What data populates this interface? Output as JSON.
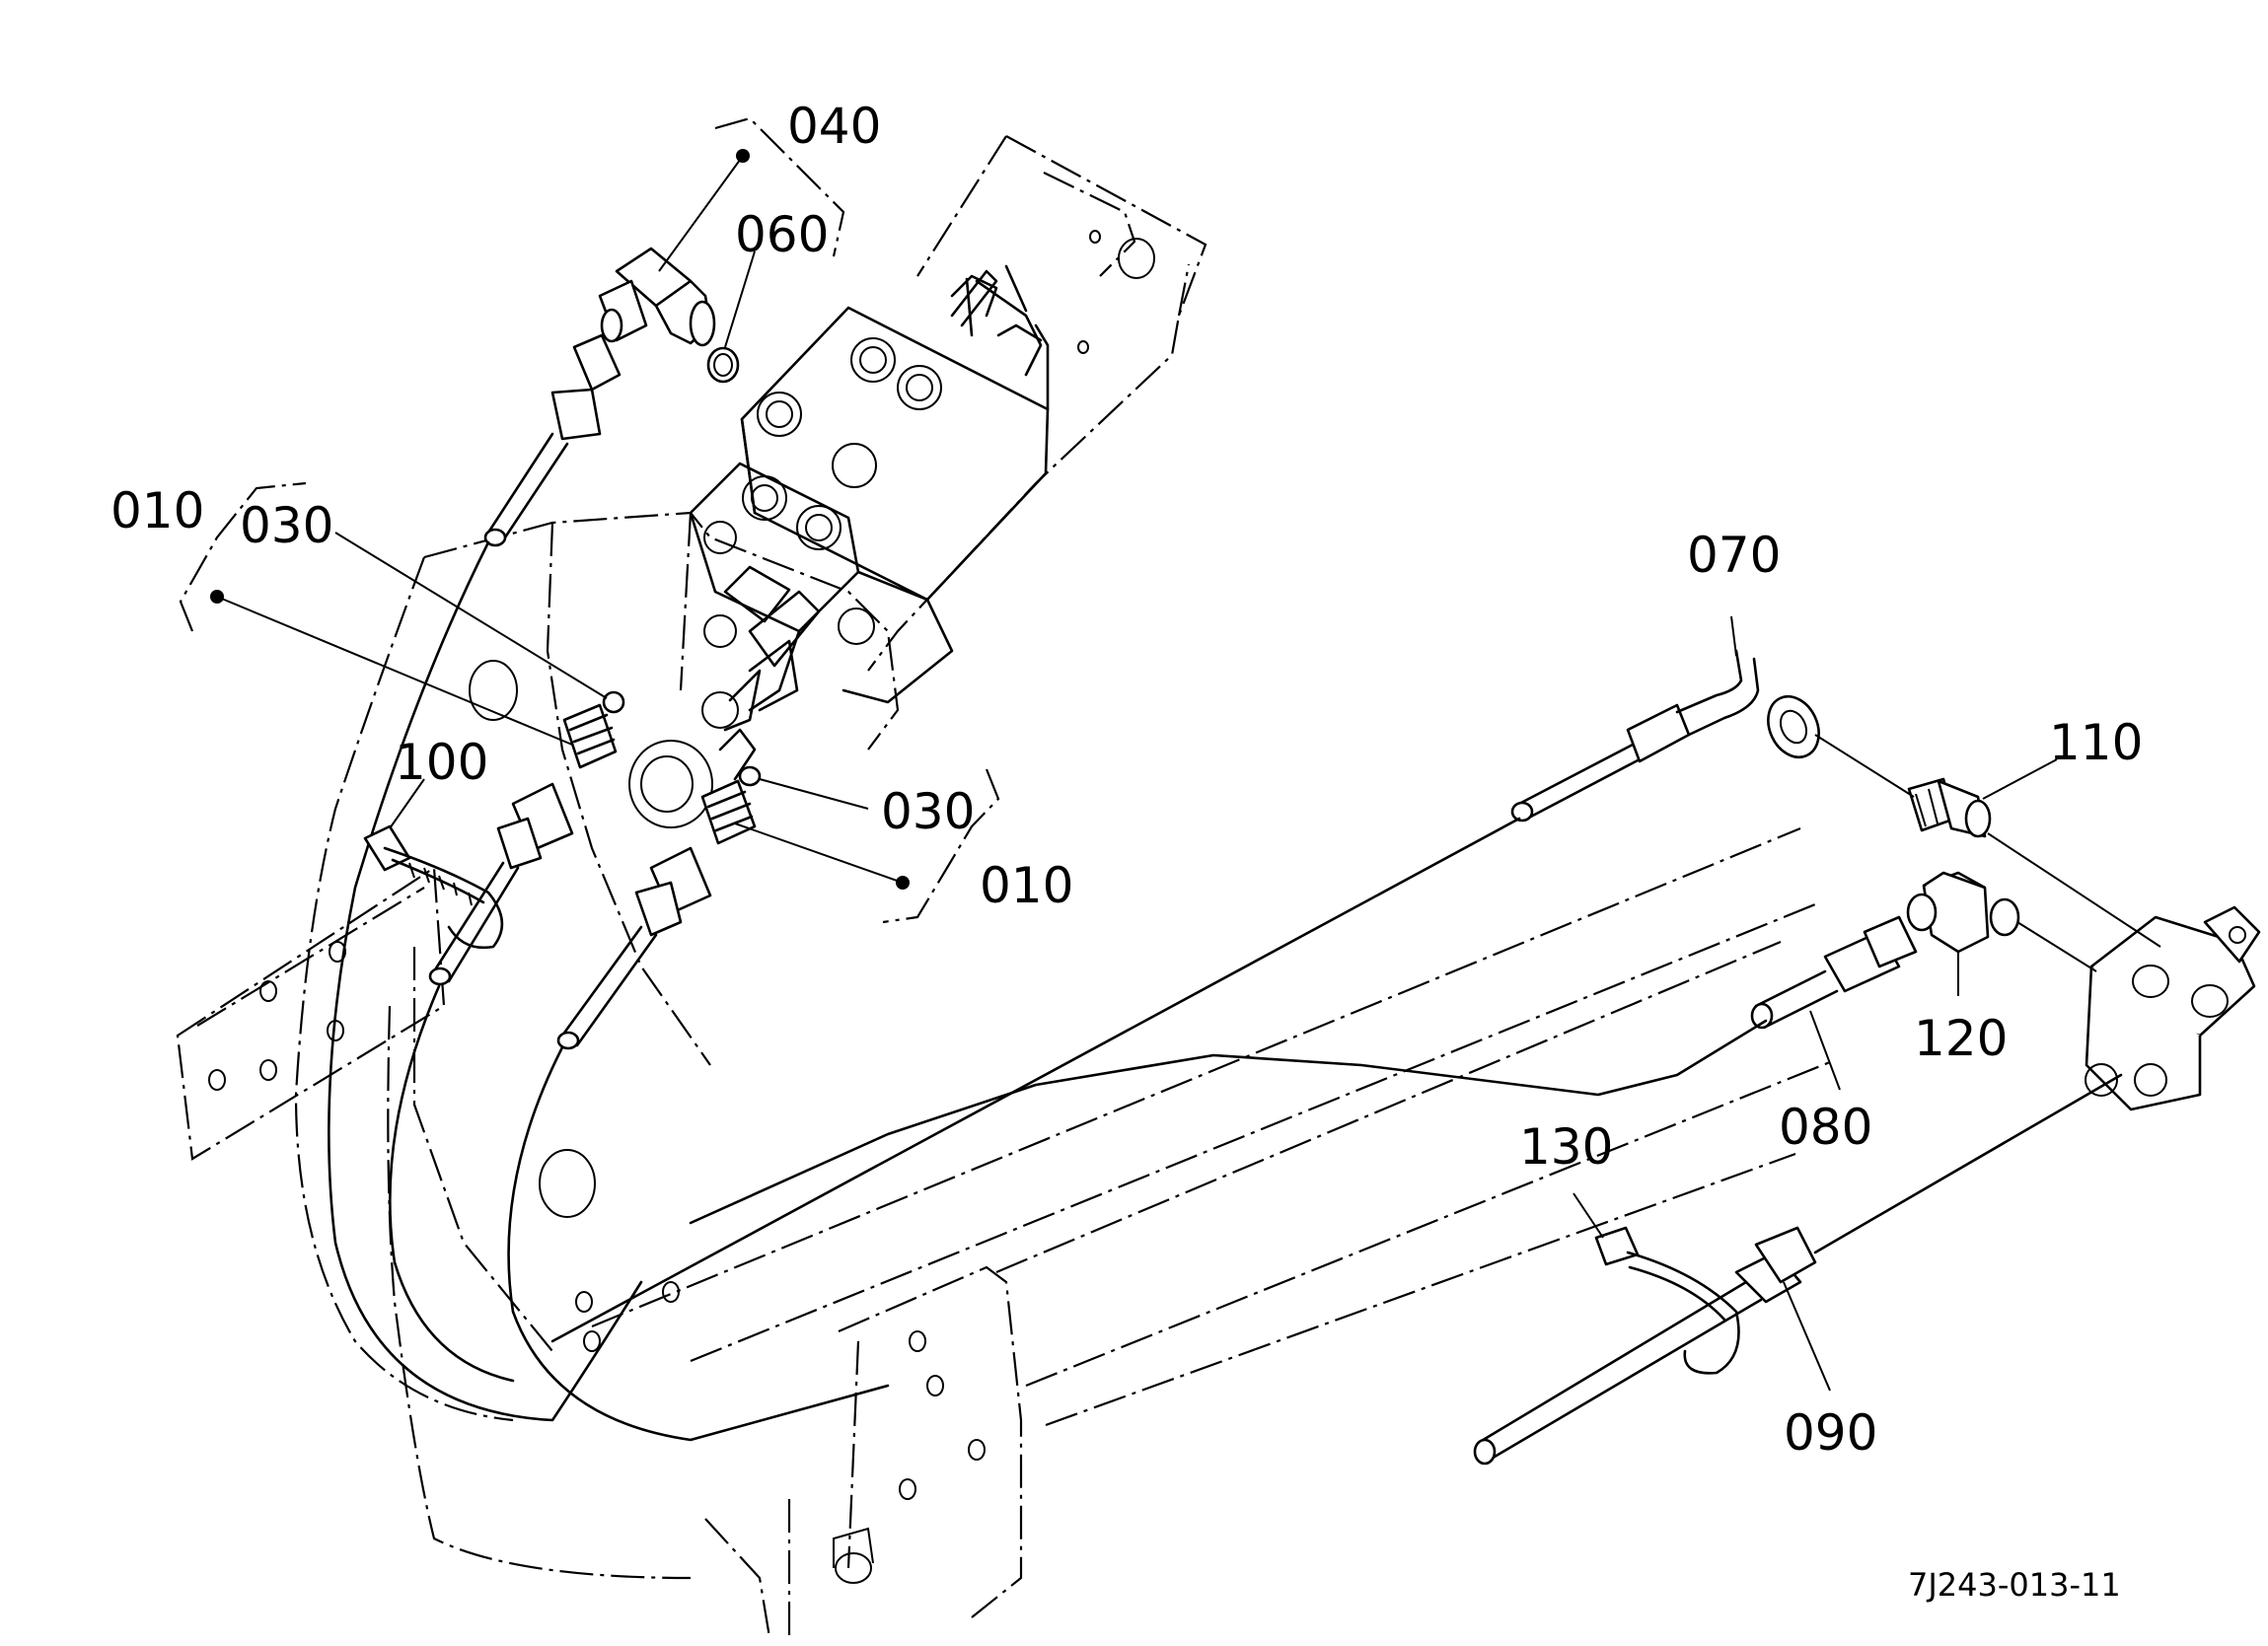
{
  "drawing": {
    "reference_code": "7J243-013-11",
    "callouts": [
      {
        "id": "c040",
        "label": "040"
      },
      {
        "id": "c060",
        "label": "060"
      },
      {
        "id": "c010a",
        "label": "010"
      },
      {
        "id": "c030a",
        "label": "030"
      },
      {
        "id": "c100",
        "label": "100"
      },
      {
        "id": "c030b",
        "label": "030"
      },
      {
        "id": "c010b",
        "label": "010"
      },
      {
        "id": "c070",
        "label": "070"
      },
      {
        "id": "c110",
        "label": "110"
      },
      {
        "id": "c120",
        "label": "120"
      },
      {
        "id": "c080",
        "label": "080"
      },
      {
        "id": "c130",
        "label": "130"
      },
      {
        "id": "c090",
        "label": "090"
      }
    ]
  }
}
